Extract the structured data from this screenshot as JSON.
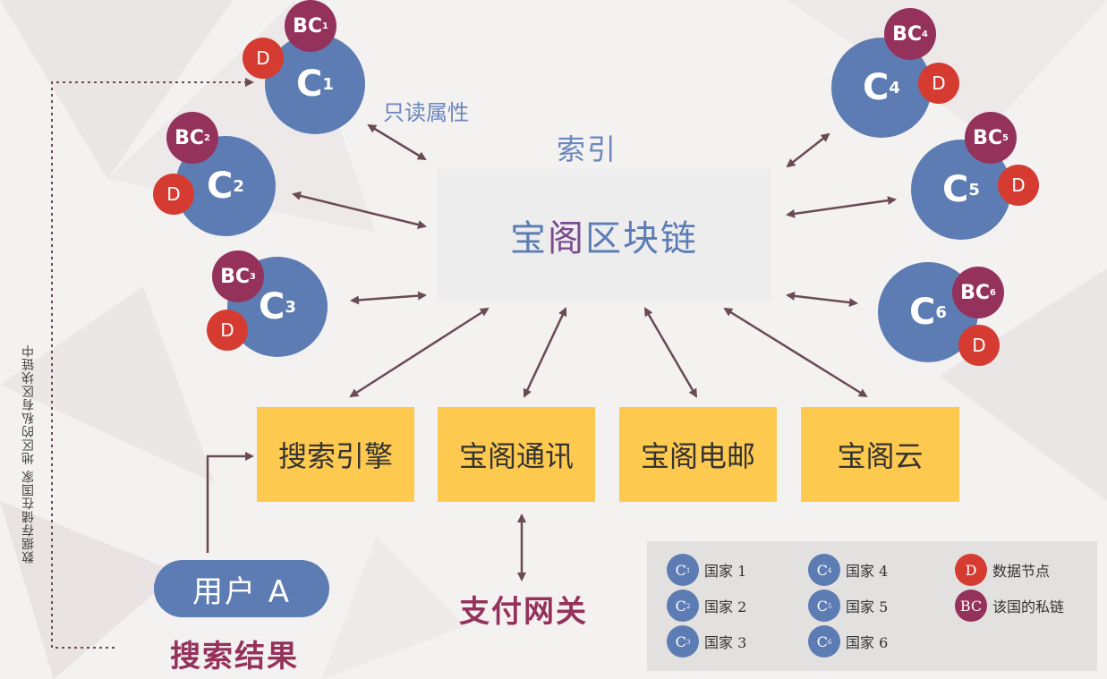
{
  "hub": {
    "title_part1": "宝",
    "title_part2": "阁",
    "title_part3": "区块链",
    "index_label": "索引",
    "readonly_label": "只读属性"
  },
  "countries": [
    {
      "name": "C",
      "sub": "1"
    },
    {
      "name": "C",
      "sub": "2"
    },
    {
      "name": "C",
      "sub": "3"
    },
    {
      "name": "C",
      "sub": "4"
    },
    {
      "name": "C",
      "sub": "5"
    },
    {
      "name": "C",
      "sub": "6"
    }
  ],
  "chain_prefix": "BC",
  "data_node_label": "D",
  "services": [
    "搜索引擎",
    "宝阁通讯",
    "宝阁电邮",
    "宝阁云"
  ],
  "user": {
    "label": "用户 A",
    "result_label": "搜索结果"
  },
  "payment_gateway": "支付网关",
  "vertical_note": "数据存储在国家  地区的私有区块链中",
  "legend": {
    "countries": [
      {
        "sub": "1",
        "label": "国家 1"
      },
      {
        "sub": "2",
        "label": "国家 2"
      },
      {
        "sub": "3",
        "label": "国家 3"
      },
      {
        "sub": "4",
        "label": "国家 4"
      },
      {
        "sub": "5",
        "label": "国家 5"
      },
      {
        "sub": "6",
        "label": "国家 6"
      }
    ],
    "d_label": "数据节点",
    "bc_label": "该国的私链"
  },
  "colors": {
    "country": "#5d7cb3",
    "chain": "#94325c",
    "data_node": "#d53b30",
    "service": "#fdc94f",
    "arrow": "#6a4a57"
  }
}
